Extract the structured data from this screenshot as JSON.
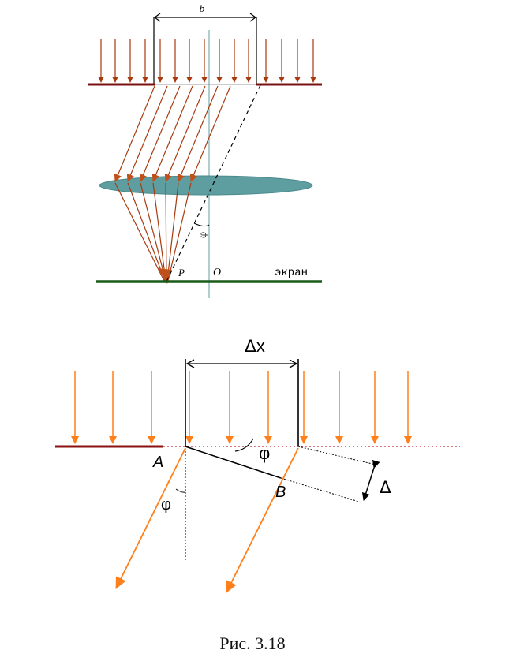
{
  "top_figure": {
    "label_b": "b",
    "label_phi": "φ",
    "label_P": "P",
    "label_O": "O",
    "label_screen": "экран"
  },
  "bottom_figure": {
    "label_dx": "Δx",
    "label_phi_right": "φ",
    "label_phi_left": "φ",
    "label_A": "A",
    "label_B": "B",
    "label_delta": "Δ"
  },
  "caption": "Рис. 3.18",
  "colors": {
    "top_ray": "#a83a10",
    "top_ray_head": "#c0501a",
    "top_plate": "#7a1010",
    "lens_fill": "#5f9ea0",
    "screen": "#1a5a1a",
    "axis": "#5f9ea0",
    "bottom_ray": "#ff7f1a",
    "bottom_plate": "#8b1010",
    "dotted_line": "#c03030"
  }
}
